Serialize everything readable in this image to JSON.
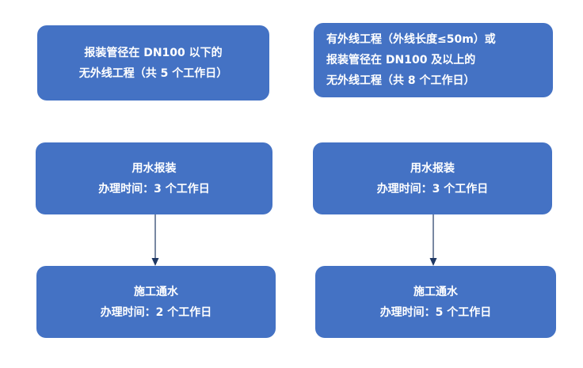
{
  "left": {
    "condition": [
      "报装管径在 DN100 以下的",
      "无外线工程（共 5 个工作日）"
    ],
    "steps": [
      {
        "title": "用水报装",
        "duration": "办理时间：3 个工作日"
      },
      {
        "title": "施工通水",
        "duration": "办理时间：2 个工作日"
      }
    ]
  },
  "right": {
    "condition": [
      "有外线工程（外线长度≤50m）或",
      "报装管径在 DN100 及以上的",
      "无外线工程（共 8 个工作日）"
    ],
    "steps": [
      {
        "title": "用水报装",
        "duration": "办理时间：3 个工作日"
      },
      {
        "title": "施工通水",
        "duration": "办理时间：5 个工作日"
      }
    ]
  },
  "colors": {
    "box": "#4472c4",
    "arrow": "#1f3864",
    "text": "#ffffff"
  }
}
